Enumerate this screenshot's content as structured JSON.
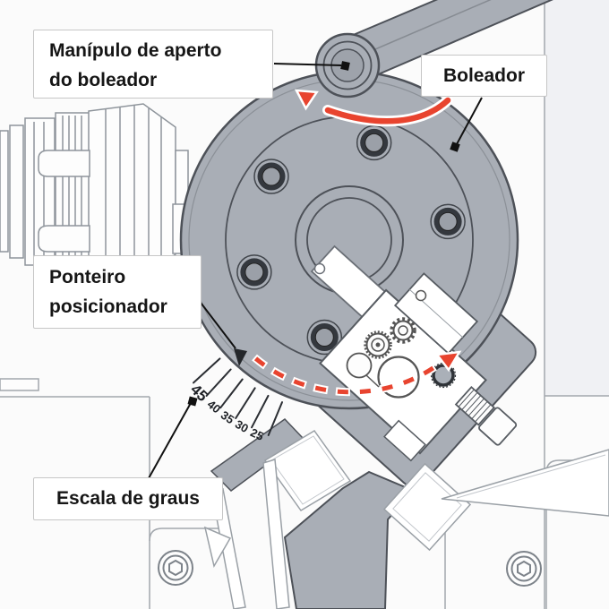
{
  "labels": {
    "manipulo": {
      "lines": [
        "Manípulo de aperto",
        "do boleador"
      ]
    },
    "boleador": {
      "text": "Boleador"
    },
    "ponteiro": {
      "lines": [
        "Ponteiro",
        "posicionador"
      ]
    },
    "escala": {
      "text": "Escala de graus"
    }
  },
  "scale": {
    "values": [
      "45",
      "40",
      "35",
      "30",
      "25"
    ]
  },
  "colors": {
    "machine_gray": "#a9aeb6",
    "outline_dark": "#4d5158",
    "accent_red": "#e8442f",
    "background": "#fbfbfb",
    "label_border": "#c6c6c6",
    "label_text": "#161616"
  }
}
